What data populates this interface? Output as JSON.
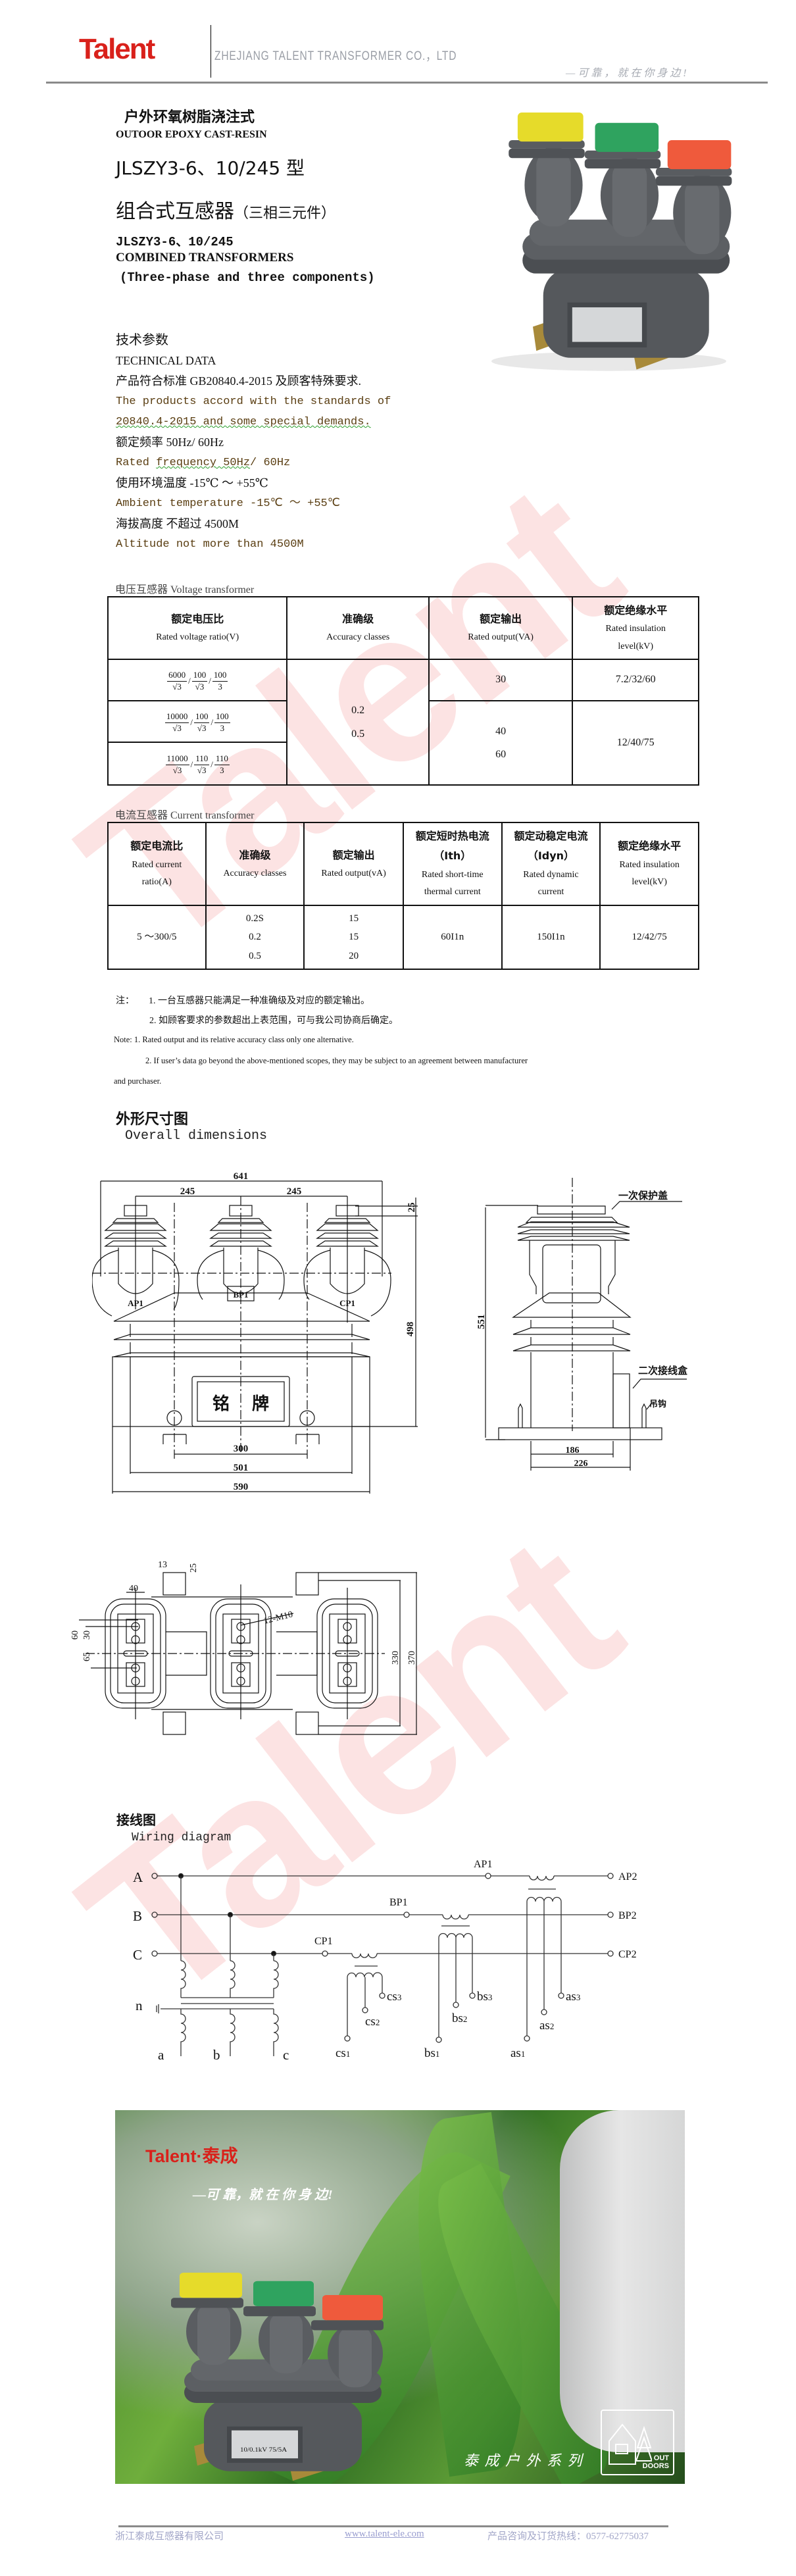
{
  "header": {
    "logo": "Talent",
    "company": "ZHEJIANG TALENT TRANSFORMER CO.，LTD",
    "slogan": "—可靠，就在你身边!"
  },
  "watermark": "Talent",
  "colors": {
    "brand_red": "#d9211b",
    "english_text": "#5a3e12",
    "cap_yellow": "#e6db2a",
    "cap_green": "#2fa35f",
    "cap_red": "#ef5a3c"
  },
  "product": {
    "title_cn": "户外环氧树脂浇注式",
    "title_en": "OUTOOR EPOXY CAST-RESIN",
    "model_cn": "JLSZY3-6、10/245 型",
    "name_cn": "组合式互感器",
    "name_cn_sub": "（三相三元件）",
    "model_en": "JLSZY3-6、10/245",
    "name_en": "COMBINED TRANSFORMERS",
    "name_en_sub": "(Three-phase and three components)"
  },
  "tech": {
    "heading_cn": "技术参数",
    "heading_en": "TECHNICAL DATA",
    "lines": [
      "产品符合标准 GB20840.4-2015 及顾客特殊要求.",
      "The products accord with the standards of",
      "20840.4-2015 and some special demands.",
      "额定频率 50Hz/ 60Hz",
      "Rated ",
      "frequency  50Hz",
      "/ 60Hz",
      "使用环境温度 -15℃ ～ +55℃",
      "Ambient temperature  -15℃ ～ +55℃",
      "海拔高度 不超过 4500M",
      "Altitude not more than 4500M"
    ]
  },
  "vt_table": {
    "caption": "电压互感器 Voltage transformer",
    "headers": [
      {
        "cn": "额定电压比",
        "en": "Rated voltage ratio(V)"
      },
      {
        "cn": "准确级",
        "en": "Accuracy classes"
      },
      {
        "cn": "额定输出",
        "en": "Rated output(VA)"
      },
      {
        "cn": "额定绝缘水平",
        "en": "Rated insulation",
        "en2": "level(kV)"
      }
    ],
    "ratios": [
      {
        "num": [
          "6000",
          "100",
          "100"
        ],
        "den": [
          "√3",
          "√3",
          "3"
        ]
      },
      {
        "num": [
          "10000",
          "100",
          "100"
        ],
        "den": [
          "√3",
          "√3",
          "3"
        ]
      },
      {
        "num": [
          "11000",
          "110",
          "110"
        ],
        "den": [
          "√3",
          "√3",
          "3"
        ]
      }
    ],
    "accuracy": [
      "0.2",
      "0.5"
    ],
    "output_row1": "30",
    "output_rows23": [
      "40",
      "60"
    ],
    "insulation_row1": "7.2/32/60",
    "insulation_rows23": "12/40/75"
  },
  "ct_table": {
    "caption": "电流互感器 Current transformer",
    "headers": [
      {
        "cn": "额定电流比",
        "en": [
          "Rated current",
          "ratio(A)"
        ]
      },
      {
        "cn": "准确级",
        "en": [
          "Accuracy classes"
        ]
      },
      {
        "cn": "额定输出",
        "en": [
          "Rated output(vA)"
        ]
      },
      {
        "cn": "额定短时热电流",
        "cn2": "（Ith）",
        "en": [
          "Rated short-time",
          "thermal current"
        ]
      },
      {
        "cn": "额定动稳定电流",
        "cn2": "（Idyn）",
        "en": [
          "Rated dynamic",
          "current"
        ]
      },
      {
        "cn": "额定绝缘水平",
        "en": [
          "Rated insulation",
          "level(kV)"
        ]
      }
    ],
    "row": {
      "ratio": "5 ～300/5",
      "accuracy": [
        "0.2S",
        "0.2",
        "0.5"
      ],
      "output": [
        "15",
        "15",
        "20"
      ],
      "ith": "60I1n",
      "idyn": "150I1n",
      "insulation": "12/42/75"
    }
  },
  "notes": {
    "cn_prefix": "注：",
    "cn": [
      "1. 一台互感器只能满足一种准确级及对应的额定输出。",
      "2. 如顾客要求的参数超出上表范围，可与我公司协商后确定。"
    ],
    "en": [
      "Note: 1. Rated output and its relative accuracy class only one alternative.",
      "2. If user’s data go beyond the above-mentioned scopes, they may be subject to an agreement between manufacturer",
      "and purchaser."
    ]
  },
  "dimensions": {
    "title_cn": "外形尺寸图",
    "title_en": "Overall dimensions",
    "front": {
      "dims": [
        "641",
        "245",
        "245",
        "25",
        "498",
        "300",
        "501",
        "590"
      ],
      "phases": [
        "AP1",
        "BP1",
        "CP1"
      ],
      "nameplate": [
        "铭",
        "牌"
      ]
    },
    "side": {
      "dims": [
        "551",
        "186",
        "226"
      ],
      "labels": [
        "一次保护盖",
        "二次接线盒",
        "吊钩"
      ]
    },
    "bottom": {
      "dims": [
        "13",
        "25",
        "40",
        "60",
        "30",
        "65",
        "12-M10",
        "330",
        "370"
      ]
    }
  },
  "wiring": {
    "title_cn": "接线图",
    "title_en": "Wiring diagram",
    "phases": [
      "A",
      "B",
      "C"
    ],
    "neutral": "n",
    "primary_in": [
      "AP1",
      "BP1",
      "CP1"
    ],
    "primary_out": [
      "AP2",
      "BP2",
      "CP2"
    ],
    "vt_secondary": [
      "a",
      "b",
      "c"
    ],
    "ct_secondary": {
      "c": [
        {
          "b": "cs",
          "s": "1"
        },
        {
          "b": "cs",
          "s": "2"
        },
        {
          "b": "cs",
          "s": "3"
        }
      ],
      "b": [
        {
          "b": "bs",
          "s": "1"
        },
        {
          "b": "bs",
          "s": "2"
        },
        {
          "b": "bs",
          "s": "3"
        }
      ],
      "a": [
        {
          "b": "as",
          "s": "1"
        },
        {
          "b": "as",
          "s": "2"
        },
        {
          "b": "as",
          "s": "3"
        }
      ]
    }
  },
  "photo": {
    "brand": "Talent·泰成",
    "slogan": "—可 靠，就 在 你 身 边!",
    "series": "泰 成 户 外 系 列",
    "badge": [
      "OUT",
      "DOORS"
    ],
    "nameplate": "10/0.1kV 75/5A"
  },
  "footer": {
    "company": "浙江泰成互感器有限公司",
    "url": "www.talent-ele.com",
    "hotline": "产品咨询及订货热线：0577-62775037"
  }
}
